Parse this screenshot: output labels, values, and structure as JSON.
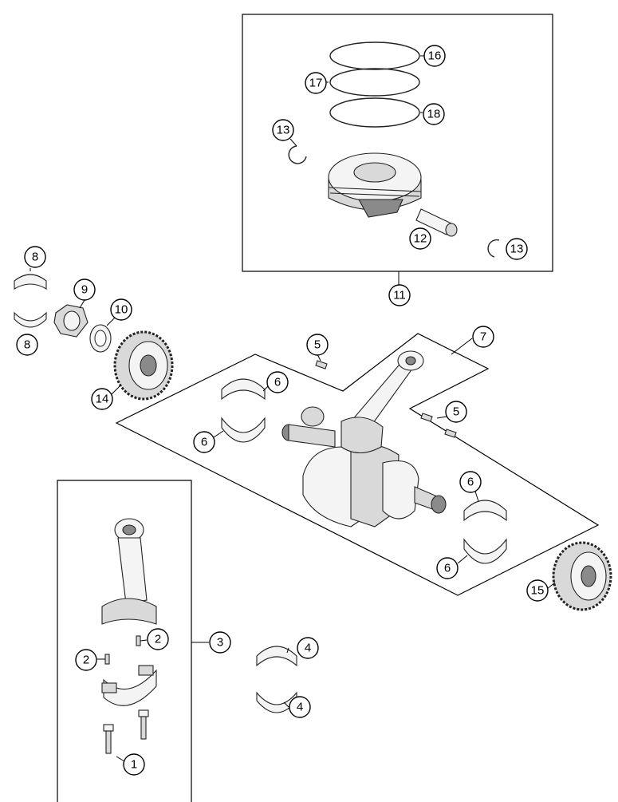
{
  "callouts": {
    "c1": "1",
    "c2a": "2",
    "c2b": "2",
    "c3": "3",
    "c4a": "4",
    "c4b": "4",
    "c5a": "5",
    "c5b": "5",
    "c6a": "6",
    "c6b": "6",
    "c6c": "6",
    "c6d": "6",
    "c7": "7",
    "c8a": "8",
    "c8b": "8",
    "c9": "9",
    "c10": "10",
    "c11": "11",
    "c12": "12",
    "c13a": "13",
    "c13b": "13",
    "c14": "14",
    "c15": "15",
    "c16": "16",
    "c17": "17",
    "c18": "18"
  }
}
